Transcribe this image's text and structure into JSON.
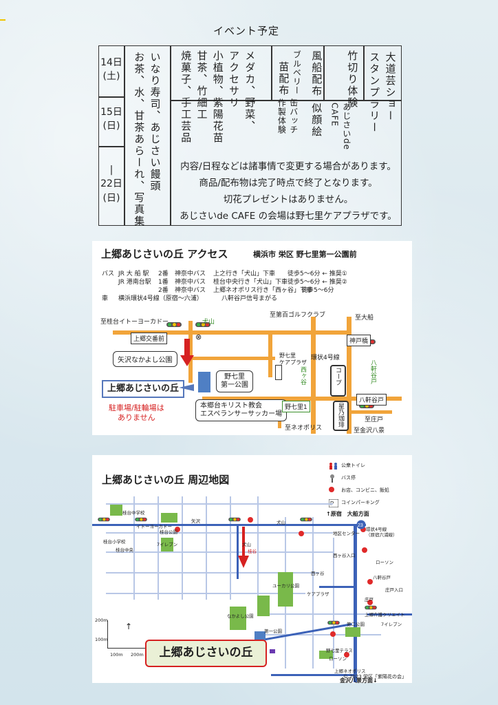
{
  "schedule": {
    "title": "イベント予定",
    "days": [
      {
        "date": "14日",
        "weekday": "(土)"
      },
      {
        "date": "15日",
        "weekday": "(日)"
      },
      {
        "date": "22日",
        "weekday": "(日)"
      }
    ],
    "range_mark": "|",
    "col_events_1": "大道芸ショー",
    "col_events_2": "スタンプラリー",
    "col_bamboo_1": "竹切り体験",
    "col_bamboo_2": "あじさいde",
    "col_bamboo_3": "CAFE",
    "col_balloon_1": "風船配布",
    "col_balloon_2": "似顔絵",
    "col_blueberry_1": "ブルベリー",
    "col_blueberry_2": "苗配布",
    "col_blueberry_3": "缶バッチ",
    "col_blueberry_4": "作製体験",
    "col_goods_1": "メダカ、野菜、",
    "col_goods_2": "アクセサリ",
    "col_goods_3": "小植物、紫陽花苗",
    "col_goods_4": "甘茶、竹細工",
    "col_goods_5": "焼菓子、手工芸品",
    "col_food_1": "いなり寿司、あじさい饅頭",
    "col_food_2": "お茶、水、甘茶あらーれ、写真集",
    "notes": [
      "内容/日程などは諸事情で変更する場合があります。",
      "商品/配布物は完了時点で終了となります。",
      "切花プレゼントはありません。",
      "あじさいde CAFE の会場は野七里ケアプラザです。"
    ]
  },
  "access": {
    "title": "上郷あじさいの丘 アクセス",
    "address": "横浜市 栄区 野七里第一公園前",
    "routes": {
      "r1": [
        "バス",
        "JR 大 船 駅",
        "2番",
        "神奈中バス",
        "上之行き「犬山」下車",
        "徒歩5～6分 ← 推奨①"
      ],
      "r2": [
        "",
        "JR 港南台駅",
        "1番",
        "神奈中バス",
        "桂台中央行き「犬山」下車",
        "徒歩5～6分 ← 推奨②"
      ],
      "r3": [
        "",
        "",
        "2番",
        "神奈中バス",
        "上郷ネオポリス行き「西ヶ谷」下車",
        "徒歩5～6分"
      ],
      "r4": [
        "車",
        "横浜環状4号線（原宿～六浦）",
        "八軒谷戸信号まがる"
      ]
    },
    "labels": {
      "to_katsuradai_ito": "至桂台イトーヨーカドー",
      "inuyama": "犬山",
      "to_golf": "至第百ゴルフクラブ",
      "to_ofuna": "至大船",
      "kamigo_koban": "上郷交番前",
      "koban_mark": "⊗",
      "kobe_bridge": "神戸橋",
      "yazawa_park": "矢沢なかよし公園",
      "noshichiri_care_1": "野七里",
      "noshichiri_care_2": "ケアプラザ",
      "ring4": "環状4号線",
      "hakkenyato_v": "八軒谷戸",
      "nishigaya_v": "西ヶ谷",
      "coop": "コープ",
      "noshichiri_park_1": "野七里",
      "noshichiri_park_2": "第一公園",
      "hakkenyato": "八軒谷戸",
      "site": "上郷あじさいの丘",
      "church_1": "本郷台キリスト教会",
      "church_2": "エスペランサーサッカー場",
      "noshichiri_1": "野七里1",
      "hoshino_coffee": "星乃珈琲",
      "to_shodo": "至庄戸",
      "to_neopolis": "至ネオポリス",
      "to_kanazawa": "至金沢八景",
      "parking_note_1": "駐車場/駐輪場は",
      "parking_note_2": "ありません"
    }
  },
  "area": {
    "title": "上郷あじさいの丘 周辺地図",
    "legend": {
      "toilet": "公衆トイレ",
      "bus_stop": "バス停",
      "shops": "お店、コンビニ、飯処",
      "parking": "コインパーキング"
    },
    "labels": {
      "katsuradai_jhs": "桂台中学校",
      "ito_yokado": "イトーヨーカドー",
      "katsuradai_park": "桂台公園",
      "yazawa": "矢沢",
      "inuyama": "犬山",
      "harajuku_ofuna": "↑原宿　大船方面",
      "route_no": "23",
      "district_center": "地区センター",
      "ring4_1": "環状4号線",
      "ring4_2": "（原宿六浦線）",
      "seven_1": "7イレブン",
      "katsuradai_es": "桂台小学校",
      "katsuradai_chuo": "桂台中央",
      "inuyama2": "犬山",
      "takoyaki": "桂谷",
      "nishigaya_iriguchi": "西ヶ谷入口",
      "lawson": "ローソン",
      "nishigaya": "西ヶ谷",
      "hakkenyato": "八軒谷戸",
      "yukari_park": "ユーカリ公園",
      "shodo_iriguchi": "庄戸入口",
      "nakayoshi_park": "なかよし公園",
      "care_plaza": "ケアプラザ",
      "shodo": "庄戸",
      "daiichi_park": "第一公園",
      "daini_park": "第二公園",
      "kamigo_care": "上郷介護クリエイト",
      "seven_2": "7イレブン",
      "site": "上郷あじさいの丘",
      "noshichiri_terrace": "野七里テラス",
      "lawson2": "ローソン",
      "neopolis": "上郷ネオポリス",
      "kanazawa": "金沢八景方面↓",
      "scale_200_v": "200m",
      "scale_100_v": "100m",
      "scale_100_h": "100m",
      "scale_200_h": "200m",
      "north": "↑"
    },
    "copyright": "© 2023 栄区「紫陽花の会」"
  },
  "colors": {
    "road_orange": "#f1a43a",
    "road_blue": "#3c62b8",
    "park_green": "#79b94a",
    "accent_red": "#d62121",
    "site_blue": "#4f7fc4"
  }
}
